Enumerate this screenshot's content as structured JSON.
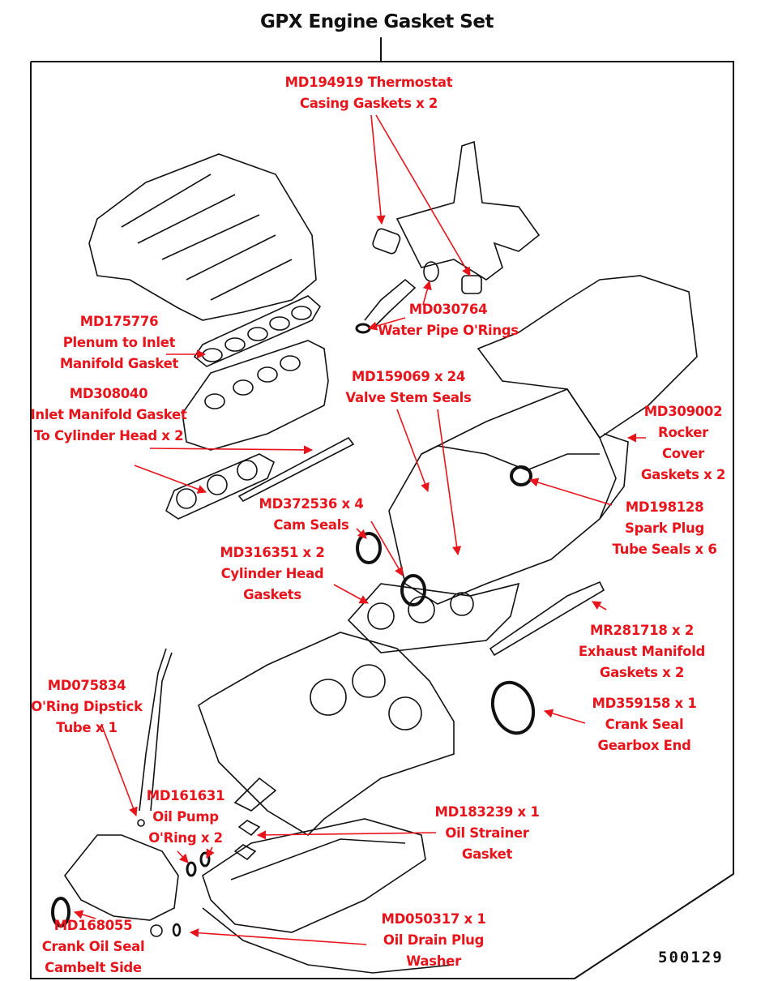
{
  "title": "GPX Engine Gasket Set",
  "drawing_number": "500129",
  "colors": {
    "label": "#e8141c",
    "arrow": "#e8141c",
    "line_art": "#111111"
  },
  "labels": [
    {
      "lines": [
        "MD194919 Thermostat",
        "Casing Gaskets x 2"
      ]
    },
    {
      "lines": [
        "MD175776",
        "Plenum to Inlet",
        "Manifold Gasket"
      ]
    },
    {
      "lines": [
        "MD308040",
        "Inlet Manifold Gasket",
        "To Cylinder Head x 2"
      ]
    },
    {
      "lines": [
        "MD030764",
        "Water Pipe O'Rings"
      ]
    },
    {
      "lines": [
        "MD159069 x 24",
        "Valve Stem Seals"
      ]
    },
    {
      "lines": [
        "MD309002",
        "Rocker",
        "Cover",
        "Gaskets x 2"
      ]
    },
    {
      "lines": [
        "MD372536  x 4",
        "Cam Seals"
      ]
    },
    {
      "lines": [
        "MD198128",
        "Spark Plug",
        "Tube Seals x 6"
      ]
    },
    {
      "lines": [
        "MD316351 x 2",
        "Cylinder Head",
        "Gaskets"
      ]
    },
    {
      "lines": [
        "MR281718 x 2",
        "Exhaust Manifold",
        "Gaskets x 2"
      ]
    },
    {
      "lines": [
        "MD359158 x 1",
        "Crank Seal",
        "Gearbox End"
      ]
    },
    {
      "lines": [
        "MD075834",
        "O'Ring Dipstick",
        "Tube x 1"
      ]
    },
    {
      "lines": [
        "MD161631",
        "Oil Pump",
        "O'Ring x 2"
      ]
    },
    {
      "lines": [
        "MD183239 x 1",
        "Oil Strainer",
        "Gasket"
      ]
    },
    {
      "lines": [
        "MD168055",
        "Crank Oil Seal",
        "Cambelt Side"
      ]
    },
    {
      "lines": [
        "MD050317 x 1",
        "Oil Drain Plug",
        "Washer"
      ]
    }
  ]
}
